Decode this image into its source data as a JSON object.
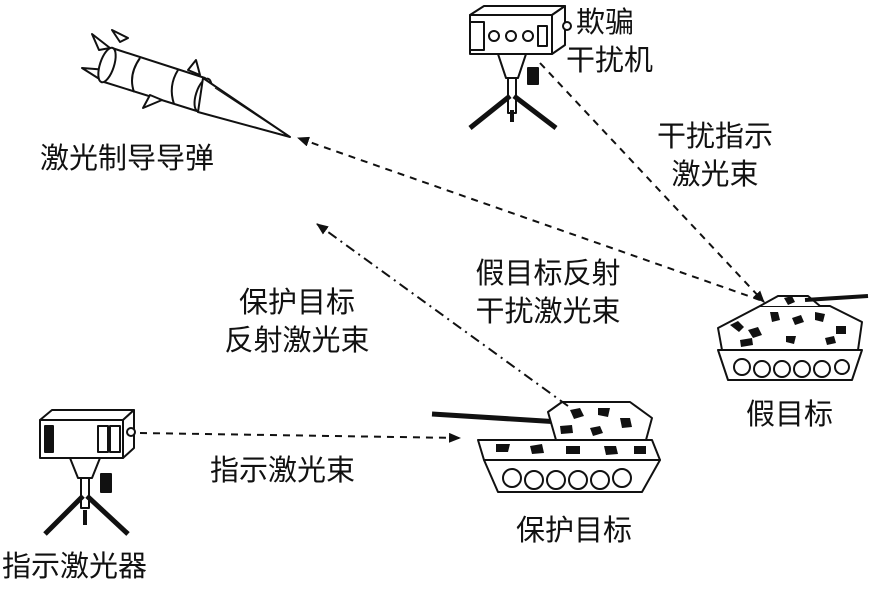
{
  "labels": {
    "missile": "激光制导导弹",
    "deception_jammer": [
      "欺骗",
      "干扰机"
    ],
    "jamming_beam": [
      "干扰指示",
      "激光束"
    ],
    "false_reflection": [
      "假目标反射",
      "干扰激光束"
    ],
    "protected_reflection": [
      "保护目标",
      "反射激光束"
    ],
    "indicator_beam": "指示激光束",
    "false_target": "假目标",
    "protected_target": "保护目标",
    "designator": "指示激光器"
  },
  "icons": {
    "missile": "missile-icon",
    "jammer": "laser-jammer-icon",
    "designator": "laser-designator-icon",
    "false_target": "decoy-tank-icon",
    "protected_target": "tank-icon"
  },
  "colors": {
    "ink": "#111111",
    "background": "#ffffff"
  }
}
